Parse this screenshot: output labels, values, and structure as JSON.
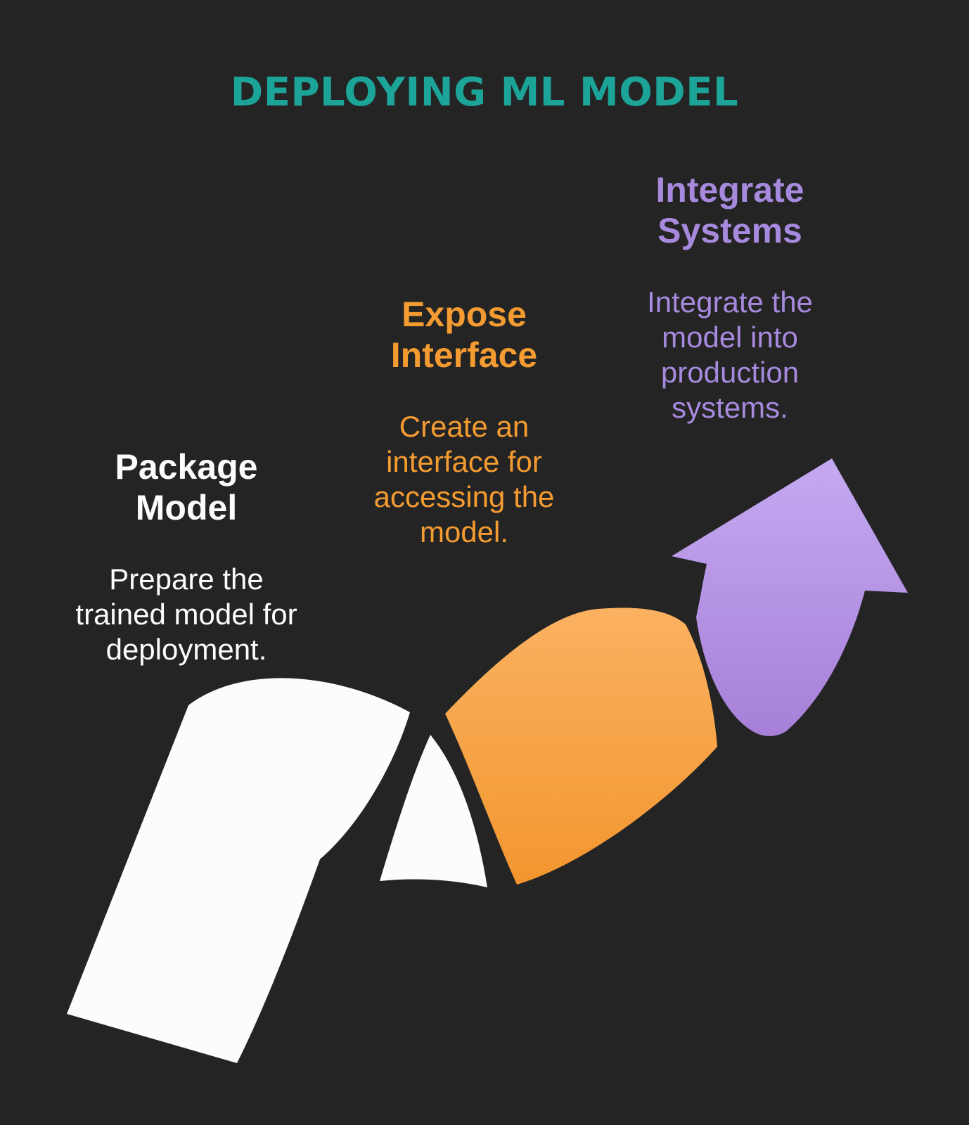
{
  "title": "DEPLOYING ML MODEL",
  "colors": {
    "background": "#242424",
    "title": "#1ca498",
    "white_step_text": "#fcfcfc",
    "orange_step_text": "#f49b31",
    "purple_step_text": "#a78ade"
  },
  "steps": [
    {
      "id": "package-model",
      "title": "Package\nModel",
      "description": "Prepare the\ntrained model for\ndeployment.",
      "color": "#fcfcfc"
    },
    {
      "id": "expose-interface",
      "title": "Expose\nInterface",
      "description": "Create an\ninterface for\naccessing the\nmodel.",
      "color": "#f49b31"
    },
    {
      "id": "integrate-systems",
      "title": "Integrate\nSystems",
      "description": "Integrate the\nmodel into\nproduction\nsystems.",
      "color": "#a78ade"
    }
  ],
  "ribbon": {
    "white_fill": "#fcfcfc",
    "orange_top": "#fbb261",
    "orange_bottom": "#f2952d",
    "purple_top": "#c4a9f1",
    "purple_bottom": "#a77fd8"
  }
}
